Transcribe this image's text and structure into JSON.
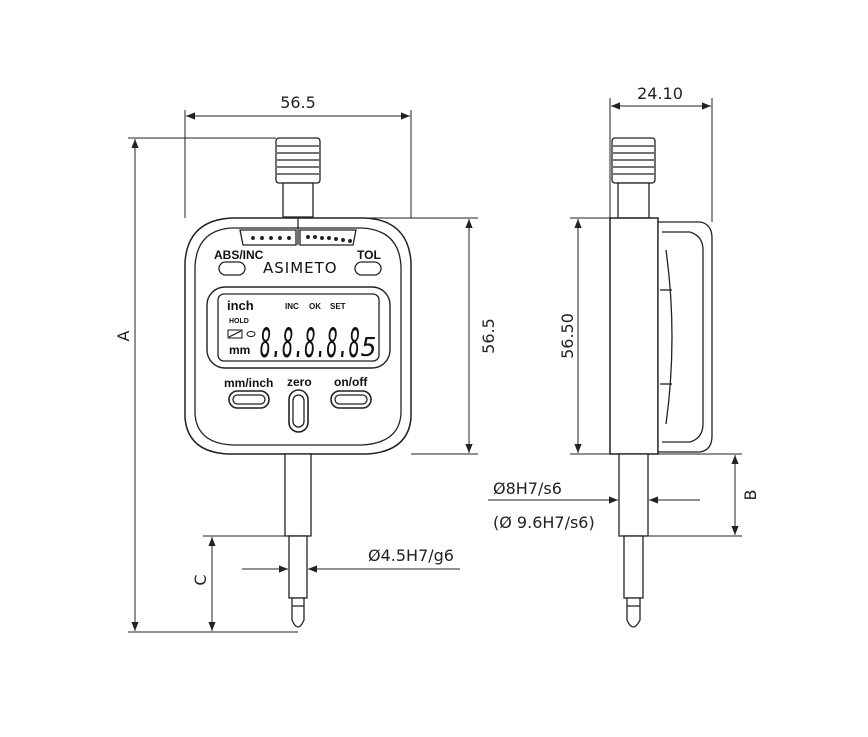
{
  "dimensions": {
    "front_width": "56.5",
    "front_height": "56.5",
    "overall_length": "A",
    "tip_length": "C",
    "stem_diameter": "Ø4.5H7/g6",
    "side_thickness": "24.10",
    "side_height": "56.50",
    "side_stem_offset": "B",
    "mount_diameter": "Ø8H7/s6",
    "mount_diameter_alt": "(Ø 9.6H7/s6)"
  },
  "gauge": {
    "brand": "ASIMETO",
    "buttons": {
      "abs_inc": "ABS/INC",
      "tol": "TOL",
      "mm_inch": "mm/inch",
      "zero": "zero",
      "on_off": "on/off"
    },
    "lcd": {
      "unit_inch": "inch",
      "hold": "HOLD",
      "inc": "INC",
      "ok": "OK",
      "set": "SET",
      "unit_mm": "mm",
      "digits": "8.8.8.8.8",
      "suffix": "5"
    }
  }
}
